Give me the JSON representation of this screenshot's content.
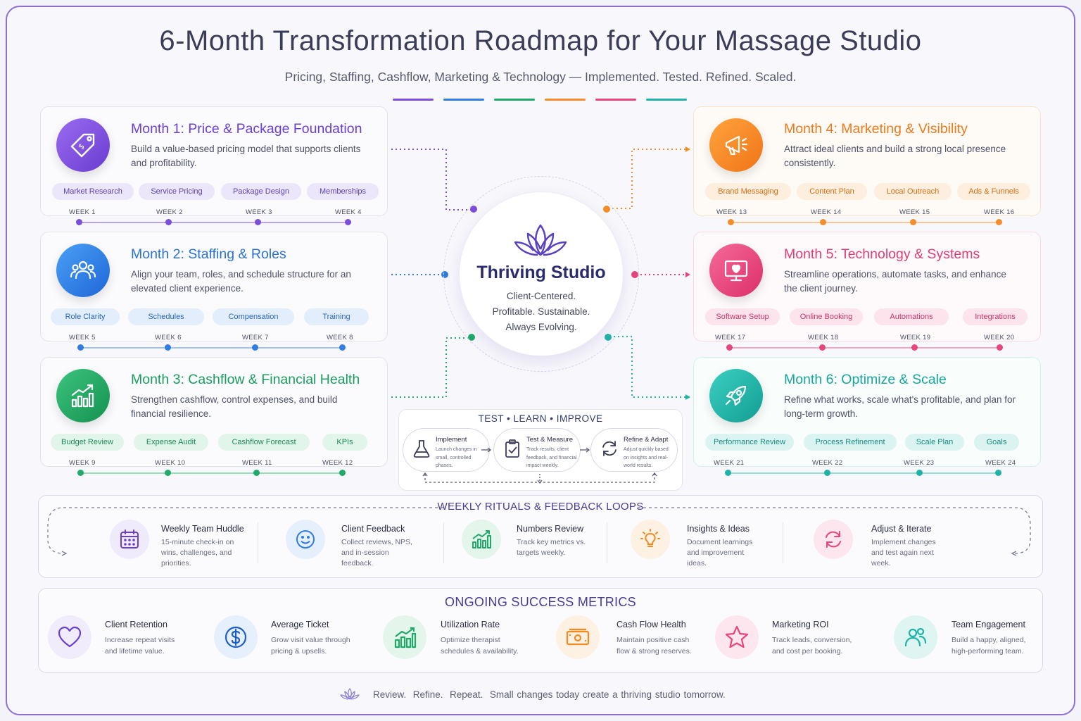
{
  "title": "6-Month Transformation Roadmap for Your Massage Studio",
  "subtitle": "Pricing, Staffing, Cashflow, Marketing & Technology — Implemented. Tested. Refined. Scaled.",
  "accent_colors": [
    "#7c4ddb",
    "#2f7de0",
    "#1faa6a",
    "#f58d2a",
    "#e8457a",
    "#1fb3a8"
  ],
  "months": [
    {
      "title": "Month 1: Price & Package Foundation",
      "desc": "Build a value-based pricing model that supports clients and profitability.",
      "color": "#7c4ddb",
      "icon": "price-tag-icon",
      "tags": [
        "Market Research",
        "Service Pricing",
        "Package Design",
        "Memberships"
      ],
      "weeks": [
        "WEEK 1",
        "WEEK 2",
        "WEEK 3",
        "WEEK 4"
      ]
    },
    {
      "title": "Month 2: Staffing & Roles",
      "desc": "Align your team, roles, and schedule structure for an elevated client experience.",
      "color": "#2f7de0",
      "icon": "team-icon",
      "tags": [
        "Role Clarity",
        "Schedules",
        "Compensation",
        "Training"
      ],
      "weeks": [
        "WEEK 5",
        "WEEK 6",
        "WEEK 7",
        "WEEK 8"
      ]
    },
    {
      "title": "Month 3: Cashflow & Financial Health",
      "desc": "Strengthen cashflow, control expenses, and build financial resilience.",
      "color": "#1faa6a",
      "icon": "growth-chart-icon",
      "tags": [
        "Budget Review",
        "Expense Audit",
        "Cashflow Forecast",
        "KPIs"
      ],
      "weeks": [
        "WEEK 9",
        "WEEK 10",
        "WEEK 11",
        "WEEK 12"
      ]
    },
    {
      "title": "Month 4: Marketing & Visibility",
      "desc": "Attract ideal clients and build a strong local presence consistently.",
      "color": "#f58d2a",
      "icon": "megaphone-icon",
      "tags": [
        "Brand Messaging",
        "Content Plan",
        "Local Outreach",
        "Ads & Funnels"
      ],
      "weeks": [
        "WEEK 13",
        "WEEK 14",
        "WEEK 15",
        "WEEK 16"
      ]
    },
    {
      "title": "Month 5: Technology & Systems",
      "desc": "Streamline operations, automate tasks, and enhance the client journey.",
      "color": "#e8457a",
      "icon": "monitor-heart-icon",
      "tags": [
        "Software Setup",
        "Online Booking",
        "Automations",
        "Integrations"
      ],
      "weeks": [
        "WEEK 17",
        "WEEK 18",
        "WEEK 19",
        "WEEK 20"
      ]
    },
    {
      "title": "Month 6: Optimize & Scale",
      "desc": "Refine what works, scale what's profitable, and plan for long-term growth.",
      "color": "#1fb3a8",
      "icon": "rocket-icon",
      "tags": [
        "Performance Review",
        "Process Refinement",
        "Scale Plan",
        "Goals"
      ],
      "weeks": [
        "WEEK 21",
        "WEEK 22",
        "WEEK 23",
        "WEEK 24"
      ]
    }
  ],
  "hub": {
    "name": "Thriving Studio",
    "line1": "Client-Centered.",
    "line2": "Profitable. Sustainable.",
    "line3": "Always Evolving."
  },
  "test_learn": {
    "title": "TEST • LEARN • IMPROVE",
    "steps": [
      {
        "title": "Implement",
        "text": "Launch changes in small, controlled phases."
      },
      {
        "title": "Test & Measure",
        "text": "Track results, client feedback, and financial impact weekly."
      },
      {
        "title": "Refine & Adapt",
        "text": "Adjust quickly based on insights and real-world results."
      }
    ]
  },
  "rituals": {
    "title": "WEEKLY RITUALS & FEEDBACK LOOPS",
    "items": [
      {
        "title": "Weekly Team Huddle",
        "text": "15-minute check-in on wins, challenges, and priorities."
      },
      {
        "title": "Client Feedback",
        "text": "Collect reviews, NPS, and in-session feedback."
      },
      {
        "title": "Numbers Review",
        "text": "Track key metrics vs. targets weekly."
      },
      {
        "title": "Insights & Ideas",
        "text": "Document learnings and improvement ideas."
      },
      {
        "title": "Adjust & Iterate",
        "text": "Implement changes and test again next week."
      }
    ]
  },
  "metrics": {
    "title": "ONGOING SUCCESS METRICS",
    "items": [
      {
        "title": "Client Retention",
        "text": "Increase repeat visits and lifetime value."
      },
      {
        "title": "Average Ticket",
        "text": "Grow visit value through pricing & upsells."
      },
      {
        "title": "Utilization Rate",
        "text": "Optimize therapist schedules & availability."
      },
      {
        "title": "Cash Flow Health",
        "text": "Maintain positive cash flow & strong reserves."
      },
      {
        "title": "Marketing ROI",
        "text": "Track leads, conversion, and cost per booking."
      },
      {
        "title": "Team Engagement",
        "text": "Build a happy, aligned, high-performing team."
      }
    ]
  },
  "footer": "Review.  Refine.  Repeat.  Small changes today create a thriving studio tomorrow."
}
